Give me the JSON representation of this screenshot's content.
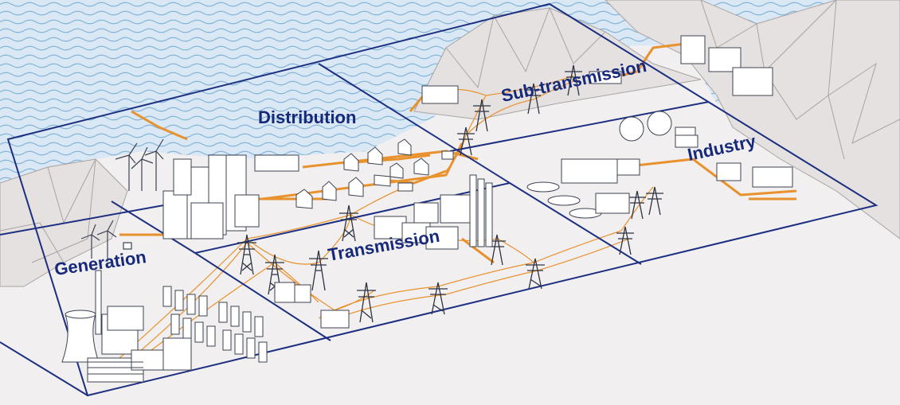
{
  "diagram": {
    "zones": {
      "distribution": "Distribution",
      "sub_transmission": "Sub-transmission",
      "industry": "Industry",
      "generation": "Generation",
      "transmission": "Transmission"
    },
    "colors": {
      "label": "#17297a",
      "zone_border": "#1c2f80",
      "power_line": "#e8922e",
      "sea": "#d9e8f4",
      "wave": "#86b4d8",
      "ground": "#f1efef",
      "mountain": "#e6e1e1",
      "equipment_fill": "#ffffff",
      "equipment_stroke": "#3d4352"
    }
  }
}
